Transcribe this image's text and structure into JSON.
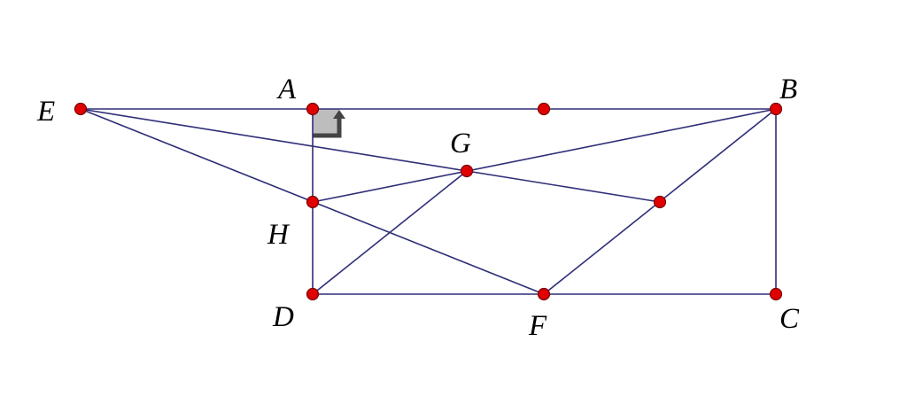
{
  "labels": {
    "A": "A",
    "B": "B",
    "C": "C",
    "D": "D",
    "E": "E",
    "F": "F",
    "G": "G",
    "H": "H"
  },
  "colors": {
    "line": "#2e2e78",
    "point_fill": "#e00000",
    "right_angle_marker": "#555555"
  },
  "icons": {
    "right_angle": "right-angle-marker"
  }
}
